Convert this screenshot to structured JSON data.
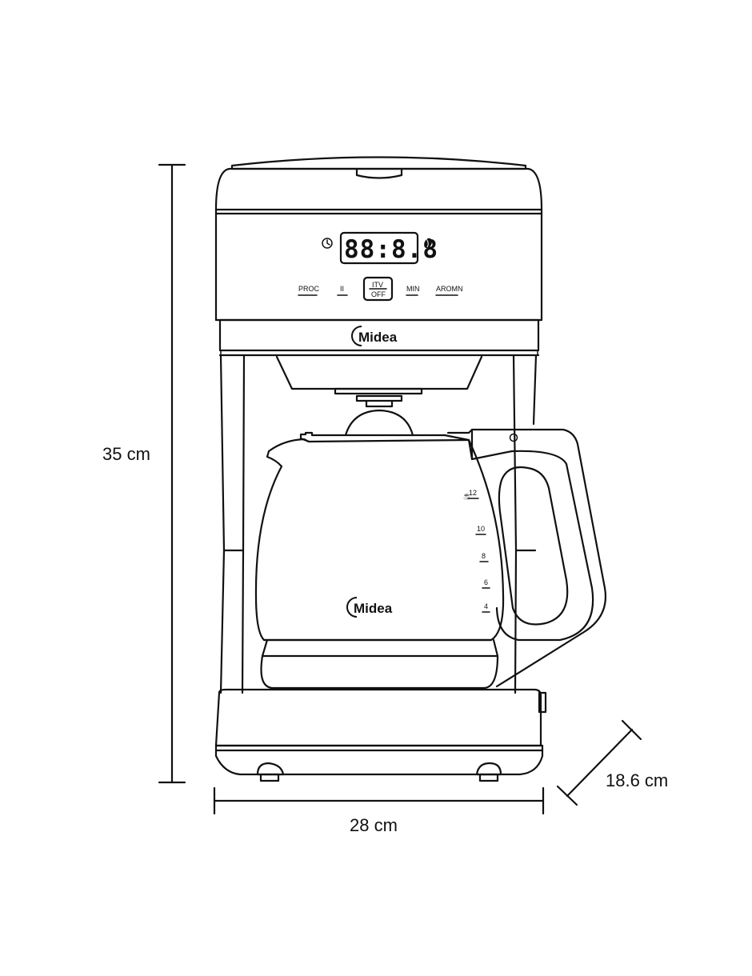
{
  "dimensions": {
    "height_label": "35 cm",
    "width_label": "28 cm",
    "depth_label": "18.6 cm"
  },
  "display": {
    "digits": "88:8.8",
    "clock_icon": "clock-icon",
    "bean_icon": "coffee-bean-icon"
  },
  "buttons": {
    "proc": "PROC",
    "pause": "II",
    "onoff_top": "ITV",
    "onoff_bottom": "OFF",
    "min": "MIN",
    "aroma": "AROMN"
  },
  "brand": {
    "panel": "Midea",
    "carafe": "Midea"
  },
  "carafe_scale": [
    "12",
    "10",
    "8",
    "6",
    "4"
  ],
  "colors": {
    "line": "#111111",
    "background": "#ffffff"
  }
}
